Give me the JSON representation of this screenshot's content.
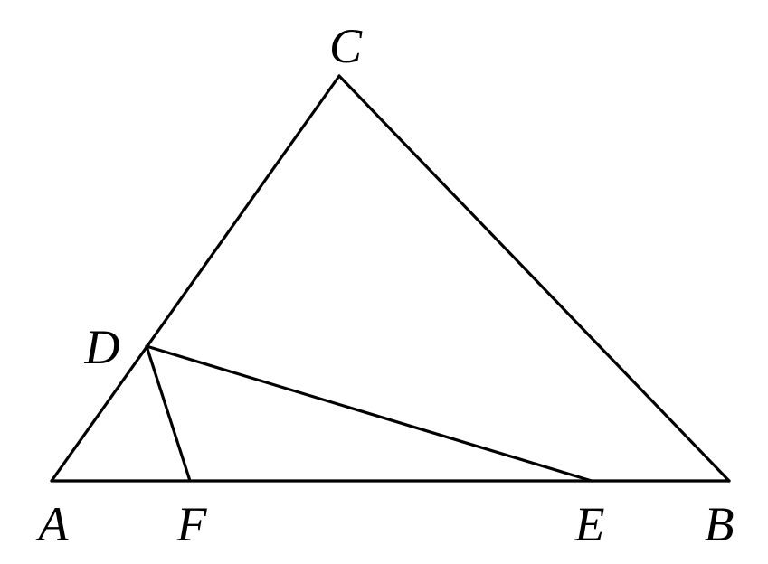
{
  "diagram": {
    "points": {
      "A": {
        "label": "A"
      },
      "B": {
        "label": "B"
      },
      "C": {
        "label": "C"
      },
      "D": {
        "label": "D"
      },
      "E": {
        "label": "E"
      },
      "F": {
        "label": "F"
      }
    },
    "segments": [
      {
        "id": "AB",
        "from": "A",
        "to": "B"
      },
      {
        "id": "BC",
        "from": "B",
        "to": "C"
      },
      {
        "id": "CA",
        "from": "C",
        "to": "A"
      },
      {
        "id": "DE",
        "from": "D",
        "to": "E"
      },
      {
        "id": "DF",
        "from": "D",
        "to": "F"
      }
    ],
    "stroke_color": "#000000",
    "background_color": "#ffffff"
  }
}
